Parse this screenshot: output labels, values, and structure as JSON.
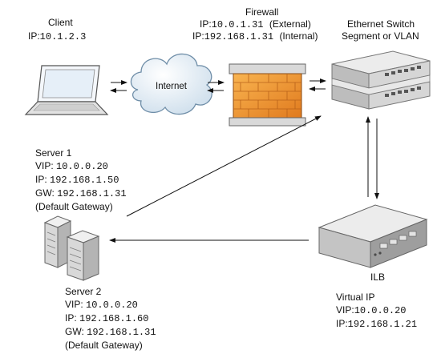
{
  "client": {
    "title": "Client",
    "ip_label": "IP:",
    "ip": "10.1.2.3"
  },
  "internet": {
    "label": "Internet"
  },
  "firewall": {
    "title": "Firewall",
    "ip_label": "IP:",
    "external_ip": "10.0.1.31",
    "external_tag": "(External)",
    "internal_ip": "192.168.1.31",
    "internal_tag": "(Internal)"
  },
  "switch": {
    "line1": "Ethernet Switch",
    "line2": "Segment or VLAN"
  },
  "server1": {
    "title": "Server 1",
    "vip_label": "VIP:",
    "vip": "10.0.0.20",
    "ip_label": "IP:",
    "ip": "192.168.1.50",
    "gw_label": "GW:",
    "gw": "192.168.1.31",
    "gw_note": "(Default Gateway)"
  },
  "server2": {
    "title": "Server 2",
    "vip_label": "VIP:",
    "vip": "10.0.0.20",
    "ip_label": "IP:",
    "ip": "192.168.1.60",
    "gw_label": "GW:",
    "gw": "192.168.1.31",
    "gw_note": "(Default Gateway)"
  },
  "ilb": {
    "title": "ILB",
    "vip_title": "Virtual IP",
    "vip_label": "VIP:",
    "vip": "10.0.0.20",
    "ip_label": "IP:",
    "ip": "192.168.1.21"
  },
  "colors": {
    "firewall_brick": "#f39a2c",
    "firewall_dark": "#c8661a",
    "cloud": "#dfeaf4",
    "device_gray": "#c8c8c8",
    "screen_blue": "#e6eff8"
  }
}
